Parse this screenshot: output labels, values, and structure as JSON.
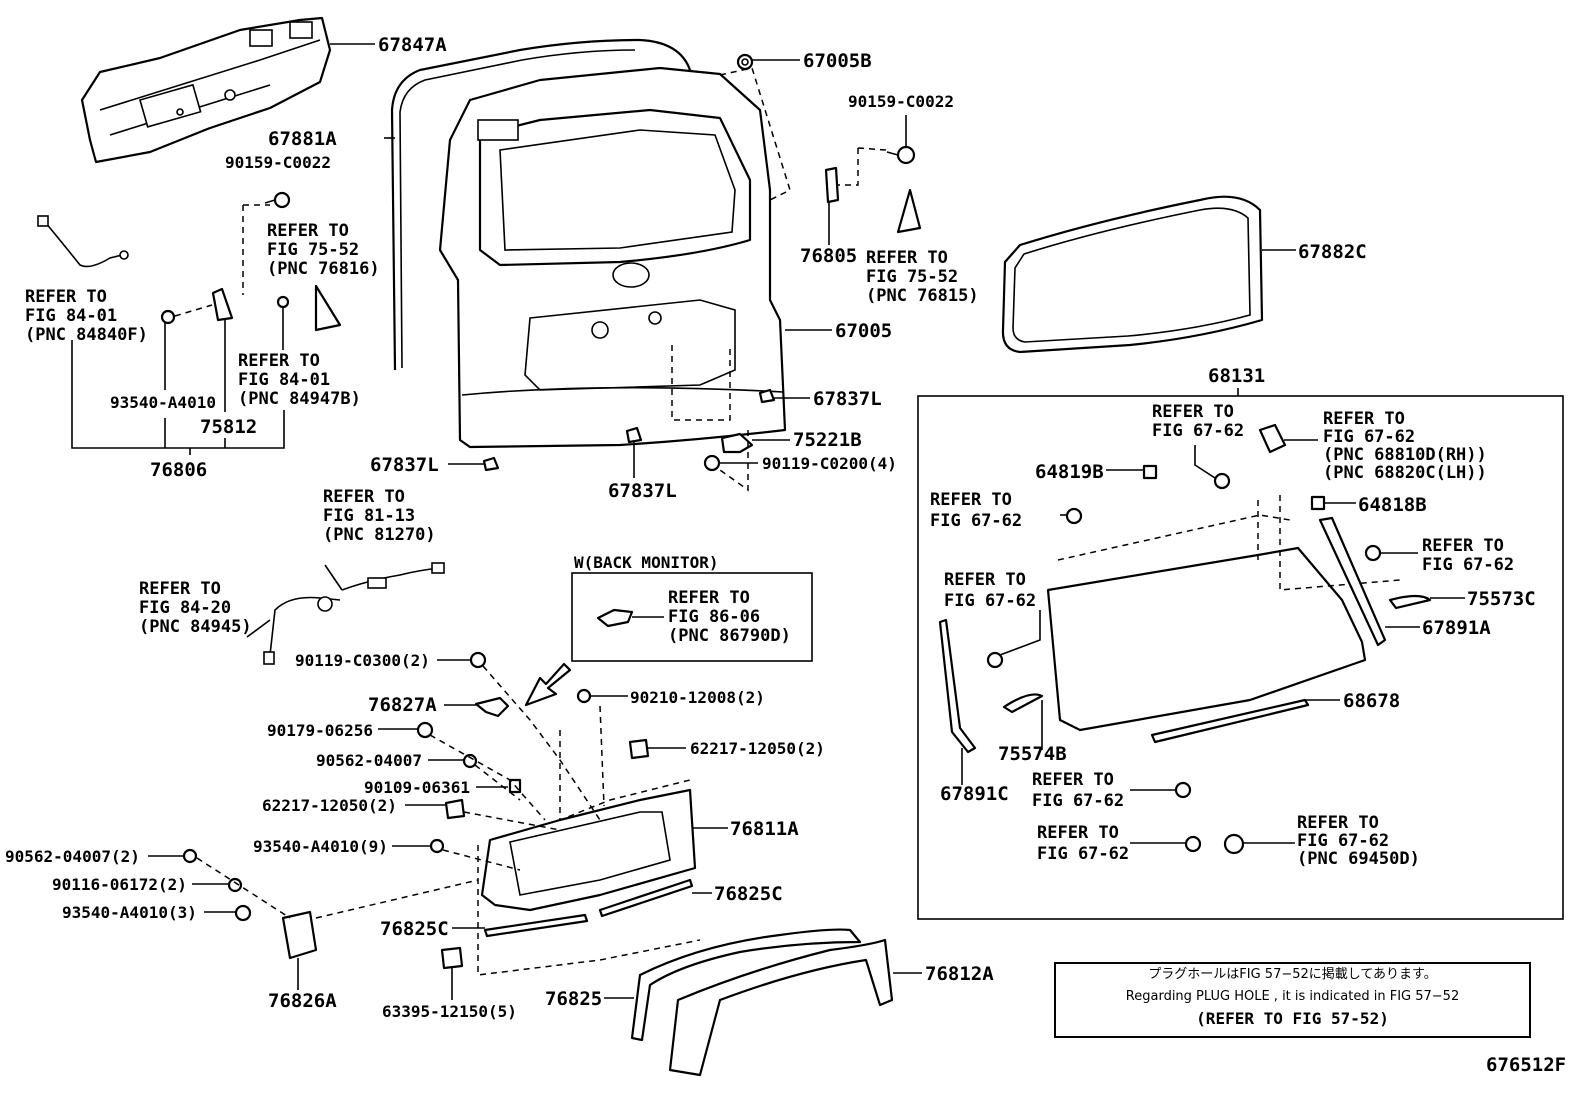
{
  "parts": {
    "p67847A": "67847A",
    "p67881A": "67881A",
    "p67005B": "67005B",
    "p90159_c0022_a": "90159-C0022",
    "p90159_c0022_b": "90159-C0022",
    "p76805": "76805",
    "p67882C": "67882C",
    "p67005": "67005",
    "p67837L_a": "67837L",
    "p67837L_b": "67837L",
    "p67837L_c": "67837L",
    "p75221B": "75221B",
    "p90119_c0200": "90119-C0200(4)",
    "p93540_a4010": "93540-A4010",
    "p75812": "75812",
    "p76806": "76806",
    "p68131": "68131",
    "p64819B": "64819B",
    "p64818B": "64818B",
    "p75573C": "75573C",
    "p67891A": "67891A",
    "p68678": "68678",
    "p75574B": "75574B",
    "p67891C": "67891C",
    "p90119_c0300": "90119-C0300(2)",
    "p76827A": "76827A",
    "p90210_12008": "90210-12008(2)",
    "p90179_06256": "90179-06256",
    "p62217_12050_a": "62217-12050(2)",
    "p90562_04007": "90562-04007",
    "p90109_06361": "90109-06361",
    "p62217_12050_b": "62217-12050(2)",
    "p76811A": "76811A",
    "p93540_a4010_9": "93540-A4010(9)",
    "p90562_04007_2": "90562-04007(2)",
    "p90116_06172": "90116-06172(2)",
    "p93540_a4010_3": "93540-A4010(3)",
    "p76825C_a": "76825C",
    "p76825C_b": "76825C",
    "p76826A": "76826A",
    "p63395_12150": "63395-12150(5)",
    "p76825": "76825",
    "p76812A": "76812A"
  },
  "refs": {
    "r1": [
      "REFER TO",
      "FIG 75-52",
      "(PNC 76816)"
    ],
    "r2": [
      "REFER TO",
      "FIG 84-01",
      "(PNC 84840F)"
    ],
    "r3": [
      "REFER TO",
      "FIG 84-01",
      "(PNC 84947B)"
    ],
    "r4": [
      "REFER TO",
      "FIG 75-52",
      "(PNC 76815)"
    ],
    "r5": [
      "REFER TO",
      "FIG 81-13",
      "(PNC 81270)"
    ],
    "r6": [
      "REFER TO",
      "FIG 84-20",
      "(PNC 84945)"
    ],
    "r7": [
      "REFER TO",
      "FIG 86-06",
      "(PNC 86790D)"
    ],
    "r8": [
      "REFER TO",
      "FIG 67-62"
    ],
    "r9": [
      "REFER TO",
      "FIG 67-62",
      "(PNC 68810D(RH))",
      "(PNC 68820C(LH))"
    ],
    "r10": [
      "REFER TO",
      "FIG 67-62"
    ],
    "r11": [
      "REFER TO",
      "FIG 67-62"
    ],
    "r12": [
      "REFER TO",
      "FIG 67-62"
    ],
    "r13": [
      "REFER TO",
      "FIG 67-62"
    ],
    "r14": [
      "REFER TO",
      "FIG 67-62"
    ],
    "r15": [
      "REFER TO",
      "FIG 67-62",
      "(PNC 69450D)"
    ]
  },
  "back_monitor_label": "W(BACK MONITOR)",
  "note": {
    "line1": "プラグホールはFIG 57−52に掲載してあります。",
    "line2": "Regarding PLUG HOLE , it is indicated in FIG 57−52",
    "line3": "(REFER TO FIG 57-52)"
  },
  "figure_code": "676512F"
}
